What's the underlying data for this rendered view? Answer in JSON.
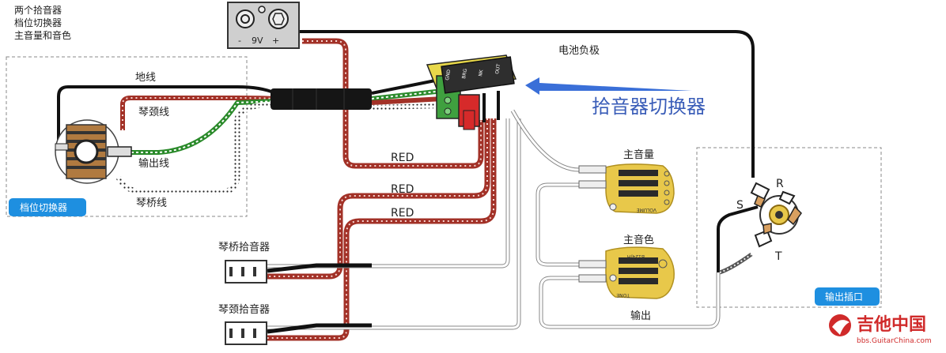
{
  "notes": [
    "两个拾音器",
    "档位切换器",
    "主音量和音色"
  ],
  "battery": {
    "minus": "-",
    "volts": "9V",
    "plus": "+"
  },
  "labels": {
    "battery_negative": "电池负极",
    "ground_wire": "地线",
    "neck_wire": "琴颈线",
    "output_wire": "输出线",
    "bridge_wire": "琴桥线",
    "red1": "RED",
    "red2": "RED",
    "red3": "RED",
    "bridge_pickup": "琴桥拾音器",
    "neck_pickup": "琴颈拾音器",
    "master_volume": "主音量",
    "master_tone": "主音色",
    "output": "输出",
    "jack_r": "R",
    "jack_s": "S",
    "jack_t": "T"
  },
  "selector": {
    "title": "拾音器切换器",
    "pins": [
      "GND",
      "BRG",
      "NK",
      "OUT"
    ]
  },
  "pot_volume_text": "VOLUME",
  "pot_tone_text": "TONE",
  "pot_tone_code": "B124/H",
  "badges": {
    "selector_switch": "档位切换器",
    "output_jack": "输出插口"
  },
  "watermark": {
    "title": "吉他中国",
    "url": "bbs.GuitarChina.com"
  },
  "colors": {
    "badge": "#1e8fe0",
    "arrow": "#3a6fd8",
    "red": "#c1372b",
    "green": "#3aa23a",
    "selector": "#e8d84a"
  }
}
